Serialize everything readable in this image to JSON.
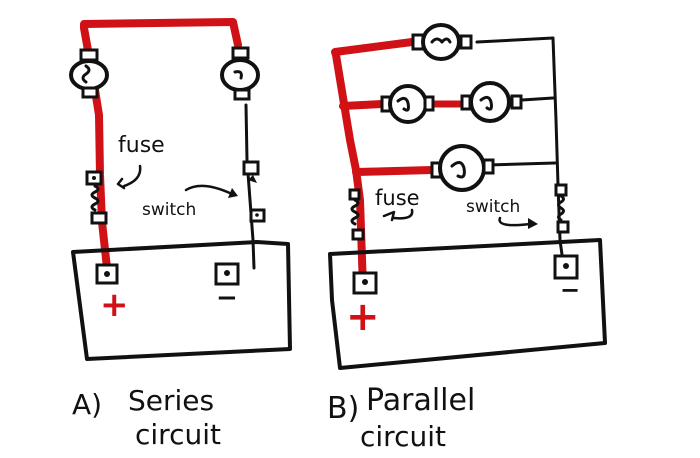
{
  "colors": {
    "ink": "#111111",
    "positive_wire": "#d01216",
    "background": "#ffffff"
  },
  "diagrams": [
    {
      "id": "A",
      "label_letter": "A)",
      "title_line1": "Series",
      "title_line2": "circuit",
      "fuse_label": "fuse",
      "switch_label": "switch",
      "battery_positive": "+",
      "battery_negative": "−",
      "bulb_count": 2
    },
    {
      "id": "B",
      "label_letter": "B)",
      "title_line1": "Parallel",
      "title_line2": "circuit",
      "fuse_label": "fuse",
      "switch_label": "switch",
      "battery_positive": "+",
      "battery_negative": "−",
      "bulb_count": 4
    }
  ]
}
